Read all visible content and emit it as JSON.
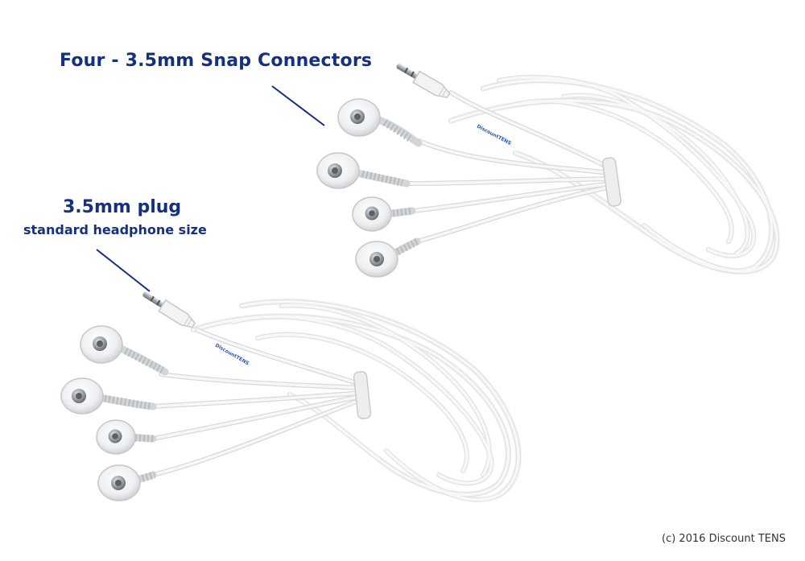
{
  "annotations": {
    "snap_connectors": "Four - 3.5mm Snap Connectors",
    "plug_title": "3.5mm plug",
    "plug_subtitle": "standard headphone size"
  },
  "copyright": "(c) 2016 Discount TENS",
  "brand_label": "DiscountTENS",
  "colors": {
    "annotation_text": "#17307a",
    "leader_line": "#17307a",
    "cable": "#f4f5f6",
    "snap_metal": "#a9adb2",
    "background": "#ffffff"
  }
}
